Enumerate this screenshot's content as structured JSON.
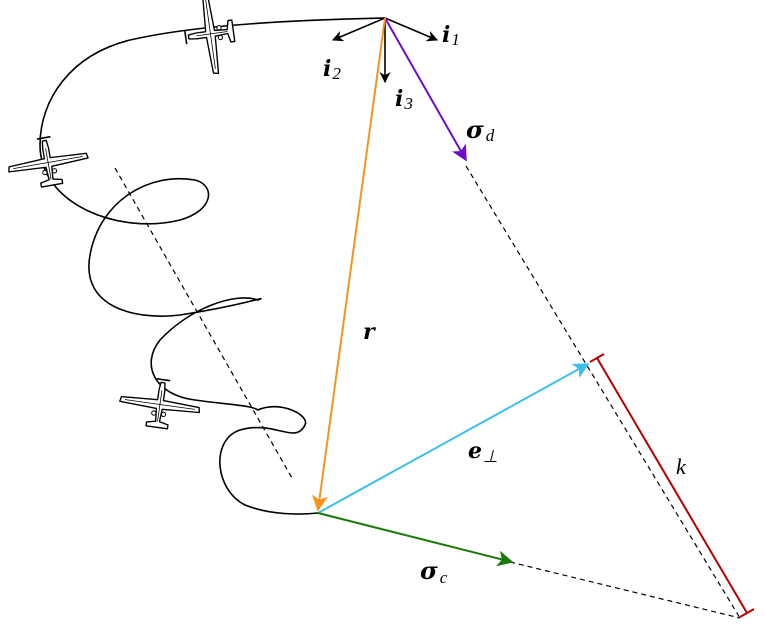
{
  "labels": {
    "i1": {
      "main": "i",
      "sub": "1"
    },
    "i2": {
      "main": "i",
      "sub": "2"
    },
    "i3": {
      "main": "i",
      "sub": "3"
    },
    "sigma_d": {
      "main": "σ",
      "sub": "d"
    },
    "r": "r",
    "e_perp": {
      "main": "e",
      "sub": "⊥"
    },
    "sigma_c": {
      "main": "σ",
      "sub": "c"
    },
    "k": "k"
  },
  "colors": {
    "sigma_d": "#6a0dcc",
    "r": "#f7931e",
    "e_perp": "#3cbfef",
    "sigma_c": "#1a7a0a",
    "k": "#b30000",
    "frame": "#000000",
    "path": "#000000",
    "dashed": "#000000"
  },
  "icons": [
    "airplane-icon",
    "airplane-icon",
    "airplane-icon"
  ]
}
